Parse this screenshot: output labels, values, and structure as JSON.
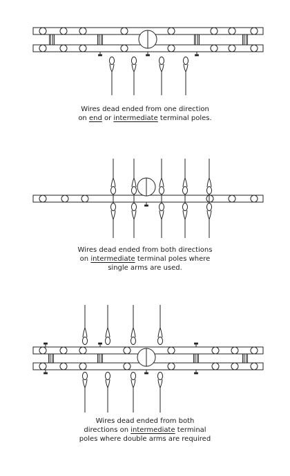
{
  "figures": [
    {
      "name": "one-direction",
      "caption_lines": [
        [
          {
            "t": "Wires dead ended from one direction",
            "u": false
          }
        ],
        [
          {
            "t": "on ",
            "u": false
          },
          {
            "t": "end",
            "u": true
          },
          {
            "t": " or ",
            "u": false
          },
          {
            "t": "intermediate",
            "u": true
          },
          {
            "t": " terminal poles.",
            "u": false
          }
        ]
      ]
    },
    {
      "name": "both-directions-single-arms",
      "caption_lines": [
        [
          {
            "t": "Wires dead ended from both directions",
            "u": false
          }
        ],
        [
          {
            "t": "on ",
            "u": false
          },
          {
            "t": "intermediate",
            "u": true
          },
          {
            "t": " terminal poles where",
            "u": false
          }
        ],
        [
          {
            "t": "single arms are used.",
            "u": false
          }
        ]
      ]
    },
    {
      "name": "both-directions-double-arms",
      "caption_lines": [
        [
          {
            "t": "Wires dead ended from both",
            "u": false
          }
        ],
        [
          {
            "t": "directions on ",
            "u": false
          },
          {
            "t": "intermediate",
            "u": true
          },
          {
            "t": " terminal",
            "u": false
          }
        ],
        [
          {
            "t": "poles where double arms are required",
            "u": false
          }
        ]
      ]
    }
  ]
}
